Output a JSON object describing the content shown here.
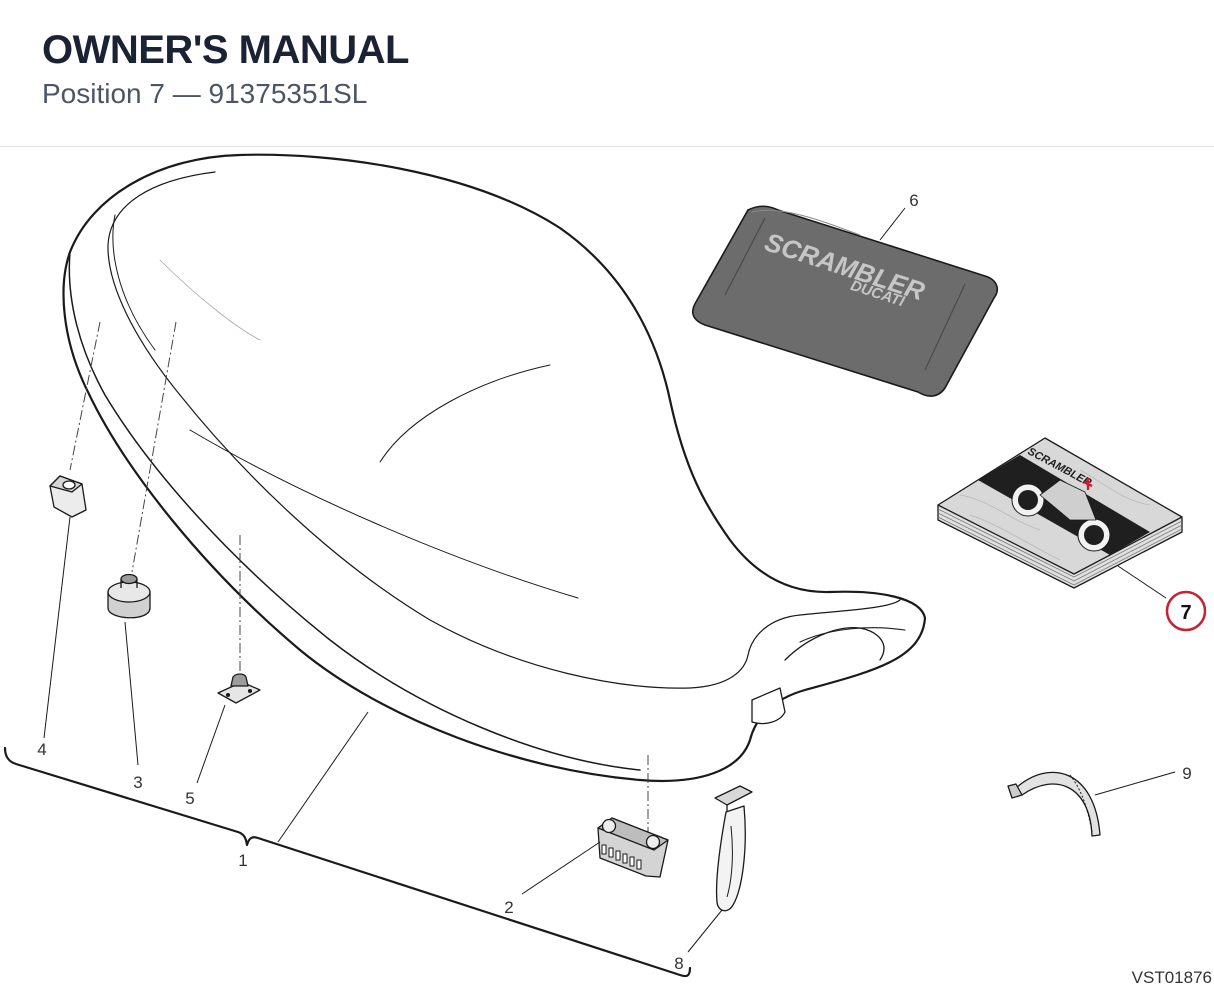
{
  "header": {
    "title": "OWNER'S MANUAL",
    "subtitle": "Position 7 — 91375351SL"
  },
  "callouts": {
    "c1": "1",
    "c2": "2",
    "c3": "3",
    "c4": "4",
    "c5": "5",
    "c6": "6",
    "c7": "7",
    "c8": "8",
    "c9": "9"
  },
  "pouch_brand": {
    "line1": "SCRAMBLER",
    "line2": "DUCATI"
  },
  "manual_brand": "SCRAMBLER",
  "highlight_color": "#c8202e",
  "footer": {
    "doc_code": "VST01876"
  }
}
